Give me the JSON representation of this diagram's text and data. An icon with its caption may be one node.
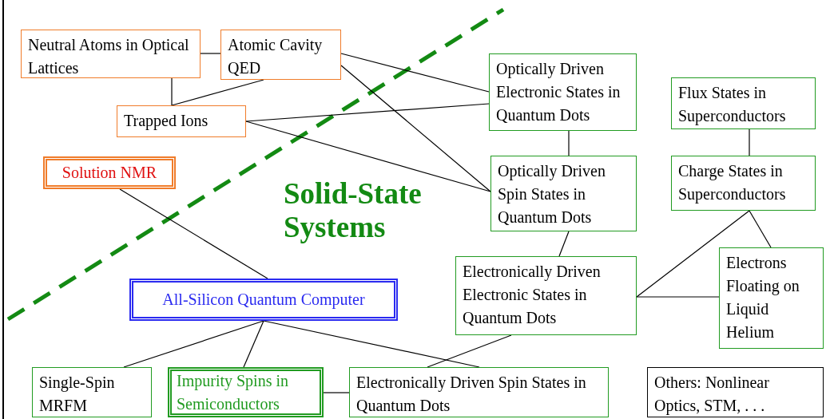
{
  "diagram": {
    "nodes": [
      {
        "text": [
          "Neutral Atoms in Optical Lattices"
        ]
      },
      {
        "text": [
          "Atomic Cavity QED"
        ]
      },
      {
        "text": [
          "Trapped Ions"
        ]
      },
      {
        "text": [
          "Solution NMR"
        ]
      },
      {
        "text": [
          "Optically Driven Electronic States in Quantum Dots"
        ]
      },
      {
        "text": [
          "Flux States in Superconductors"
        ]
      },
      {
        "text": [
          "Optically Driven Spin States in Quantum Dots"
        ]
      },
      {
        "text": [
          "Charge States in Superconductors"
        ]
      },
      {
        "text": [
          "Electronically Driven Electronic States in Quantum Dots"
        ]
      },
      {
        "text": [
          "Electrons Floating on Liquid Helium"
        ]
      },
      {
        "text": [
          "All-Silicon Quantum Computer"
        ]
      },
      {
        "text": [
          "Single-Spin MRFM"
        ]
      },
      {
        "text": [
          "Impurity Spins in Semiconductors"
        ]
      },
      {
        "text": [
          "Electronically Driven Spin States in Quantum Dots"
        ]
      },
      {
        "text": [
          "Others: Nonlinear Optics, STM, . . ."
        ]
      }
    ],
    "edges": [
      {
        "from": 0,
        "to": 1,
        "arrow": "none"
      },
      {
        "from": 0,
        "to": 2,
        "arrow": "none"
      },
      {
        "from": 1,
        "to": 2,
        "arrow": "none"
      },
      {
        "from": 1,
        "to": 4,
        "arrow": "none"
      },
      {
        "from": 1,
        "to": 6,
        "arrow": "none"
      },
      {
        "from": 2,
        "to": 4,
        "arrow": "none"
      },
      {
        "from": 2,
        "to": 6,
        "arrow": "none"
      },
      {
        "from": 4,
        "to": 6,
        "arrow": "none"
      },
      {
        "from": 5,
        "to": 7,
        "arrow": "none"
      },
      {
        "from": 6,
        "to": 8,
        "arrow": "none"
      },
      {
        "from": 7,
        "to": 8,
        "arrow": "none"
      },
      {
        "from": 7,
        "to": 9,
        "arrow": "none"
      },
      {
        "from": 8,
        "to": 9,
        "arrow": "none"
      },
      {
        "from": 3,
        "to": 10,
        "arrow": "none"
      },
      {
        "from": 10,
        "to": 11,
        "arrow": "none"
      },
      {
        "from": 10,
        "to": 12,
        "arrow": "none"
      },
      {
        "from": 10,
        "to": 13,
        "arrow": "none"
      },
      {
        "from": 12,
        "to": 13,
        "arrow": "none"
      },
      {
        "from": 8,
        "to": 13,
        "arrow": "none"
      }
    ],
    "labels": [
      "Solid-State Systems"
    ]
  }
}
